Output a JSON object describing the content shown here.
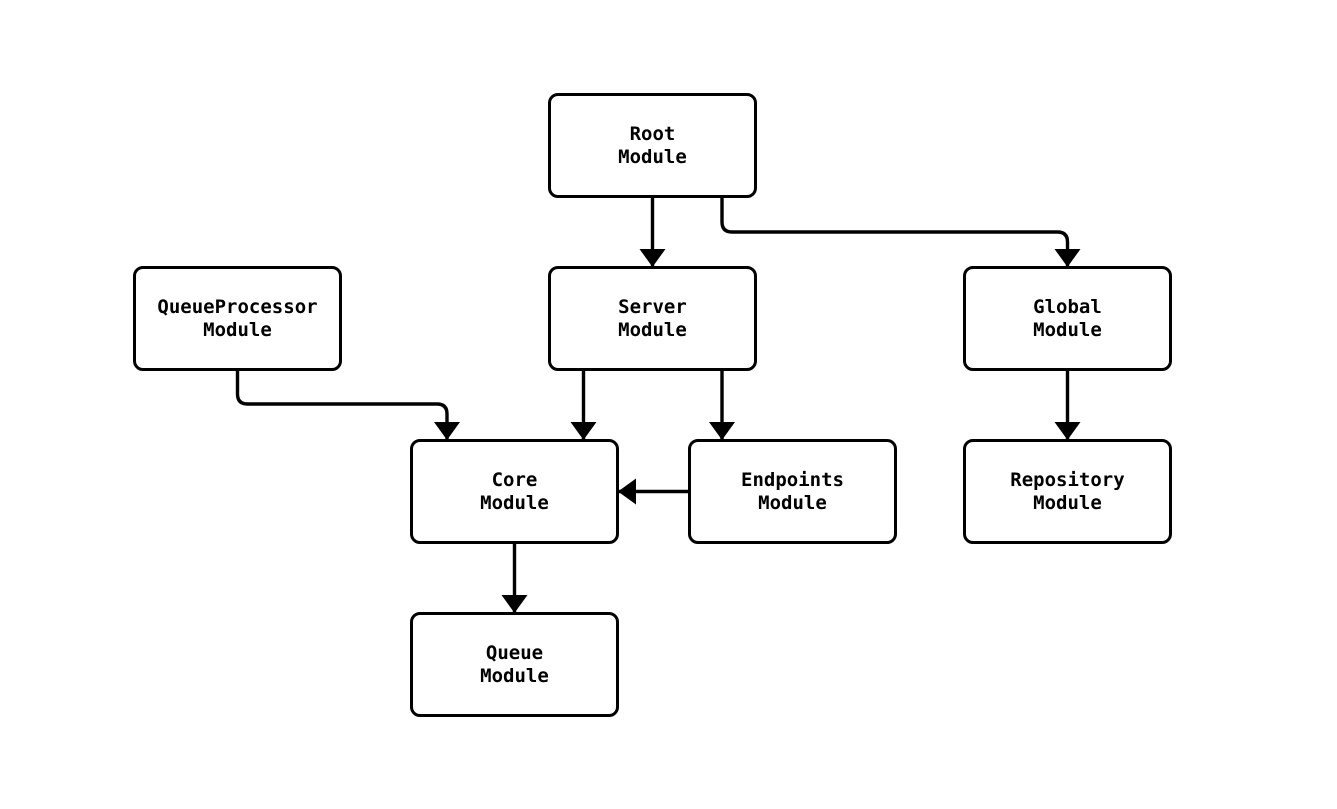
{
  "diagram": {
    "type": "module-dependency-graph",
    "background_color": "#ffffff",
    "node_border_color": "#000000",
    "node_fill_color": "#ffffff",
    "edge_color": "#000000",
    "text_color": "#000000",
    "nodes": [
      {
        "id": "root",
        "label": "Root\nModule"
      },
      {
        "id": "server",
        "label": "Server\nModule"
      },
      {
        "id": "global",
        "label": "Global\nModule"
      },
      {
        "id": "queueprocessor",
        "label": "QueueProcessor\nModule"
      },
      {
        "id": "core",
        "label": "Core\nModule"
      },
      {
        "id": "endpoints",
        "label": "Endpoints\nModule"
      },
      {
        "id": "repository",
        "label": "Repository\nModule"
      },
      {
        "id": "queue",
        "label": "Queue\nModule"
      }
    ],
    "edges": [
      {
        "from": "root",
        "to": "server"
      },
      {
        "from": "root",
        "to": "global"
      },
      {
        "from": "queueprocessor",
        "to": "core"
      },
      {
        "from": "server",
        "to": "core"
      },
      {
        "from": "server",
        "to": "endpoints"
      },
      {
        "from": "endpoints",
        "to": "core"
      },
      {
        "from": "global",
        "to": "repository"
      },
      {
        "from": "core",
        "to": "queue"
      }
    ]
  }
}
